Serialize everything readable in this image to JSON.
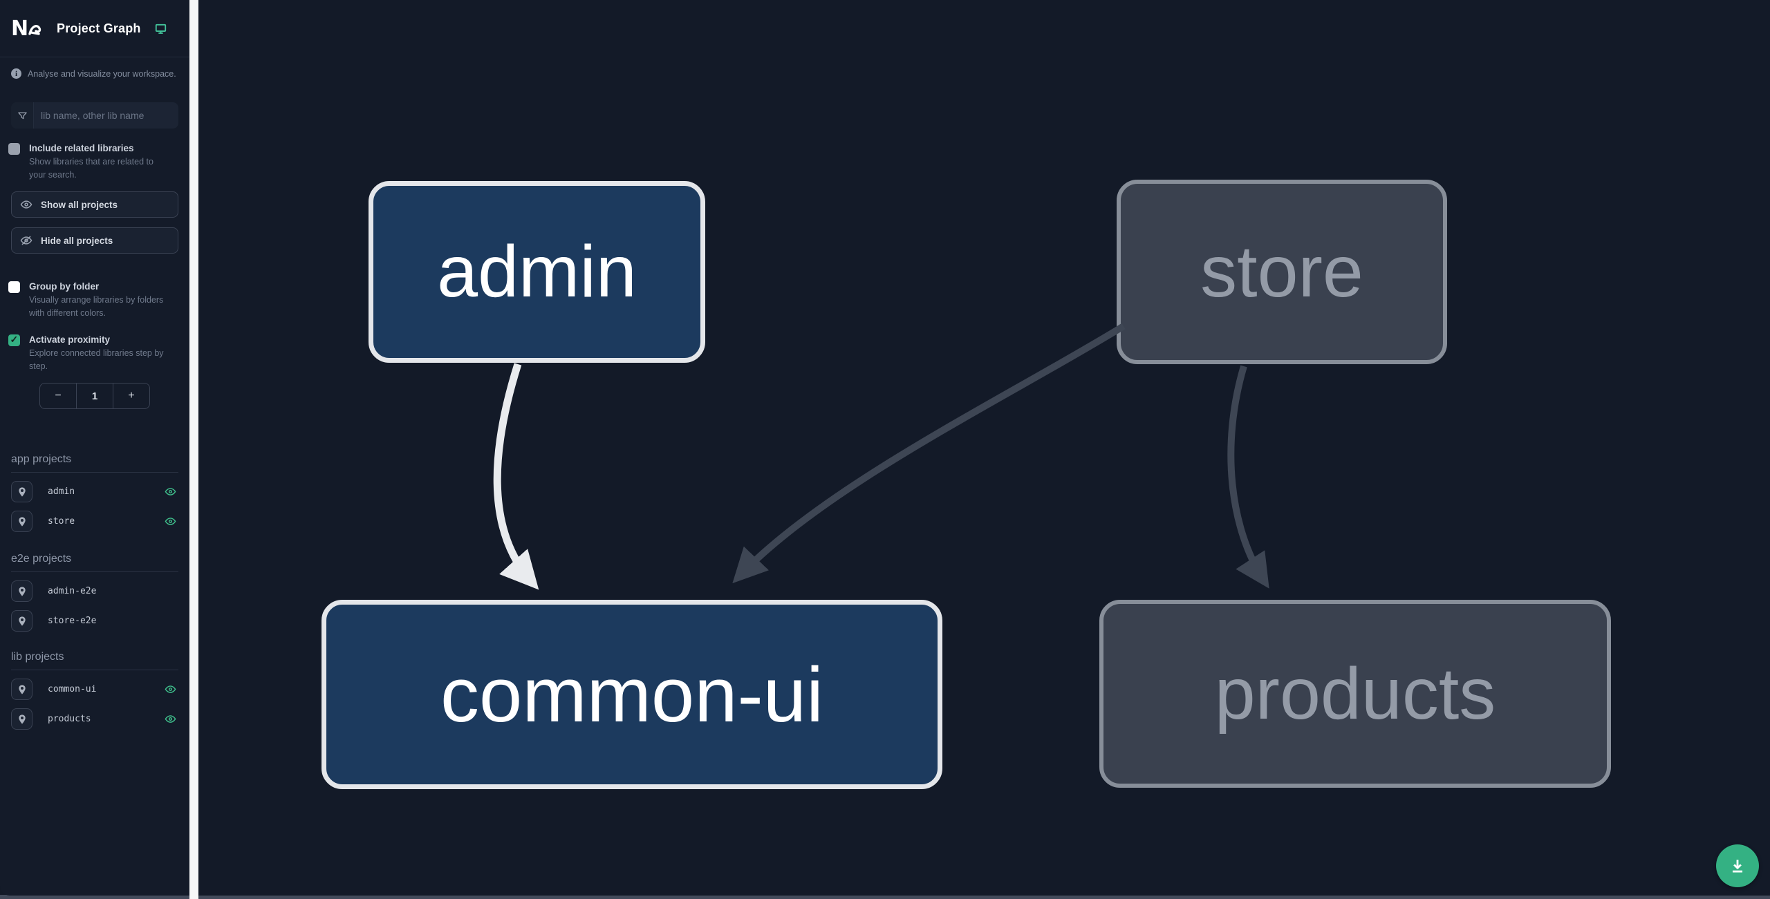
{
  "header": {
    "title": "Project Graph"
  },
  "subtitle": "Analyse and visualize your workspace.",
  "search": {
    "placeholder": "lib name, other lib name"
  },
  "options": {
    "include_related": {
      "label": "Include related libraries",
      "description": "Show libraries that are related to your search.",
      "checked": false
    },
    "group_by_folder": {
      "label": "Group by folder",
      "description": "Visually arrange libraries by folders with different colors.",
      "checked": false
    },
    "proximity": {
      "label": "Activate proximity",
      "description": "Explore connected libraries step by step.",
      "checked": true,
      "value": "1",
      "decrement_label": "−",
      "increment_label": "+"
    }
  },
  "actions": {
    "show_all": "Show all projects",
    "hide_all": "Hide all projects"
  },
  "sections": [
    {
      "title": "app projects",
      "items": [
        {
          "name": "admin",
          "visible": true
        },
        {
          "name": "store",
          "visible": true
        }
      ]
    },
    {
      "title": "e2e projects",
      "items": [
        {
          "name": "admin-e2e",
          "visible": false
        },
        {
          "name": "store-e2e",
          "visible": false
        }
      ]
    },
    {
      "title": "lib projects",
      "items": [
        {
          "name": "common-ui",
          "visible": true
        },
        {
          "name": "products",
          "visible": true
        }
      ]
    }
  ],
  "graph": {
    "nodes": [
      {
        "label": "admin",
        "state": "active"
      },
      {
        "label": "store",
        "state": "muted"
      },
      {
        "label": "common-ui",
        "state": "active"
      },
      {
        "label": "products",
        "state": "muted"
      }
    ],
    "edges": [
      {
        "from": "admin",
        "to": "common-ui",
        "style": "highlighted"
      },
      {
        "from": "store",
        "to": "common-ui",
        "style": "muted"
      },
      {
        "from": "store",
        "to": "products",
        "style": "muted"
      }
    ]
  },
  "colors": {
    "accent_teal": "#34b183",
    "eye_teal": "#3fc08c",
    "node_active_fill": "#1c3a5e",
    "node_active_border": "#e4e6ea",
    "node_muted_fill": "#3a414f",
    "node_muted_border": "#878e99",
    "edge_highlighted": "#e9ebee",
    "edge_muted": "#3e4654",
    "sidebar_bg": "#141b29",
    "canvas_bg": "#131a28"
  }
}
